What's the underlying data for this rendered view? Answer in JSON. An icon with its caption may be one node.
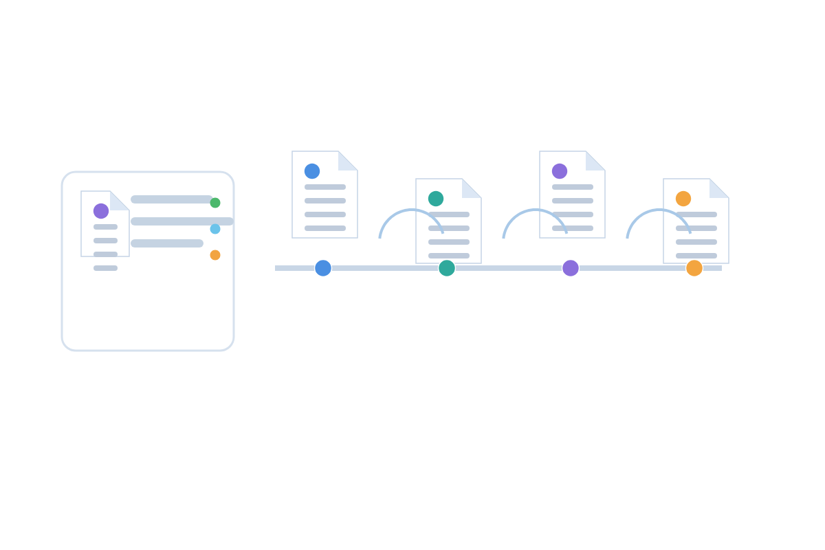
{
  "diagram": {
    "nodes": [
      {
        "text": [],
        "shape": "box"
      },
      {
        "text": [],
        "shape": "document",
        "in": 0
      },
      {
        "text": [],
        "shape": "document"
      },
      {
        "text": [],
        "shape": "document"
      },
      {
        "text": [],
        "shape": "document"
      },
      {
        "text": [],
        "shape": "document"
      },
      {
        "text": [],
        "shape": "bar"
      },
      {
        "text": [],
        "shape": "circle"
      },
      {
        "text": [],
        "shape": "circle"
      },
      {
        "text": [],
        "shape": "circle"
      },
      {
        "text": [],
        "shape": "circle"
      }
    ]
  }
}
